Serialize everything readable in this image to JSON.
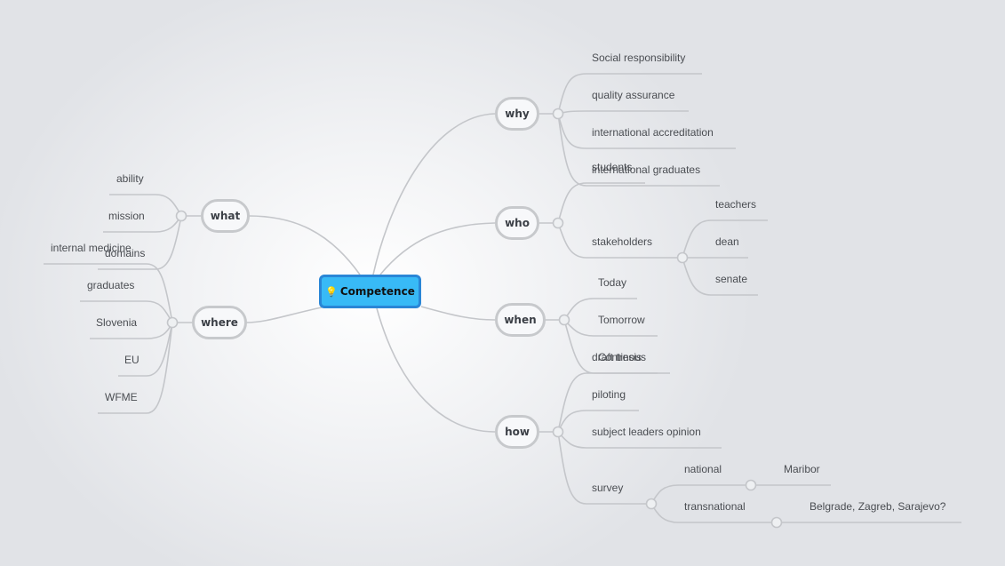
{
  "root": {
    "label": "Competence",
    "icon": "lightbulb-icon"
  },
  "branches": {
    "why": {
      "label": "why",
      "children": [
        "Social responsibility",
        "quality assurance",
        "international accreditation",
        "international graduates"
      ]
    },
    "who": {
      "label": "who",
      "children": [
        "students",
        "stakeholders"
      ],
      "stakeholders": [
        "teachers",
        "dean",
        "senate"
      ]
    },
    "when": {
      "label": "when",
      "children": [
        "Today",
        "Tomorrow",
        "Continous"
      ]
    },
    "how": {
      "label": "how",
      "children": [
        "draft tresis",
        "piloting",
        "subject leaders opinion",
        "survey"
      ],
      "survey": [
        "national",
        "transnational"
      ],
      "national": [
        "Maribor"
      ],
      "transnational": [
        "Belgrade, Zagreb, Sarajevo?"
      ]
    },
    "what": {
      "label": "what",
      "children": [
        "ability",
        "mission",
        "domains"
      ]
    },
    "where": {
      "label": "where",
      "children": [
        "internal medicine",
        "graduates",
        "Slovenia",
        "EU",
        "WFME"
      ]
    }
  },
  "colors": {
    "root_fill": "#38baf6",
    "root_border": "#2a86d6",
    "line": "#c4c6ca",
    "node_border": "#c7c9cc"
  }
}
